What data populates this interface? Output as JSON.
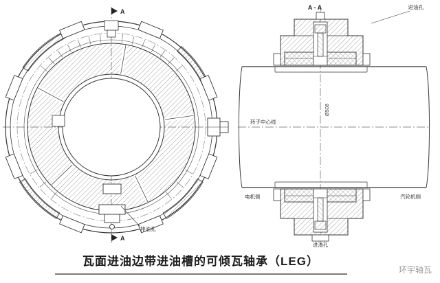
{
  "caption": {
    "title": "瓦面进油边带进油槽的可倾瓦轴承（LEG）",
    "watermark": "环宇轴瓦"
  },
  "left_view": {
    "section_label_top": "A",
    "section_label_bottom": "A",
    "drain_label": "排油孔"
  },
  "right_view": {
    "title": "A - A",
    "oil_inlet_top_label": "进油孔",
    "oil_inlet_bottom_label": "进油孔",
    "rotor_centerline_label": "转子中心线",
    "diameter_label": "Ø508",
    "left_side_label": "电机侧",
    "right_side_label": "汽轮机侧"
  },
  "colors": {
    "line": "#333333",
    "centerline": "#666666",
    "hatch": "#8a8a8a",
    "watermark": "#9a9a9a"
  }
}
